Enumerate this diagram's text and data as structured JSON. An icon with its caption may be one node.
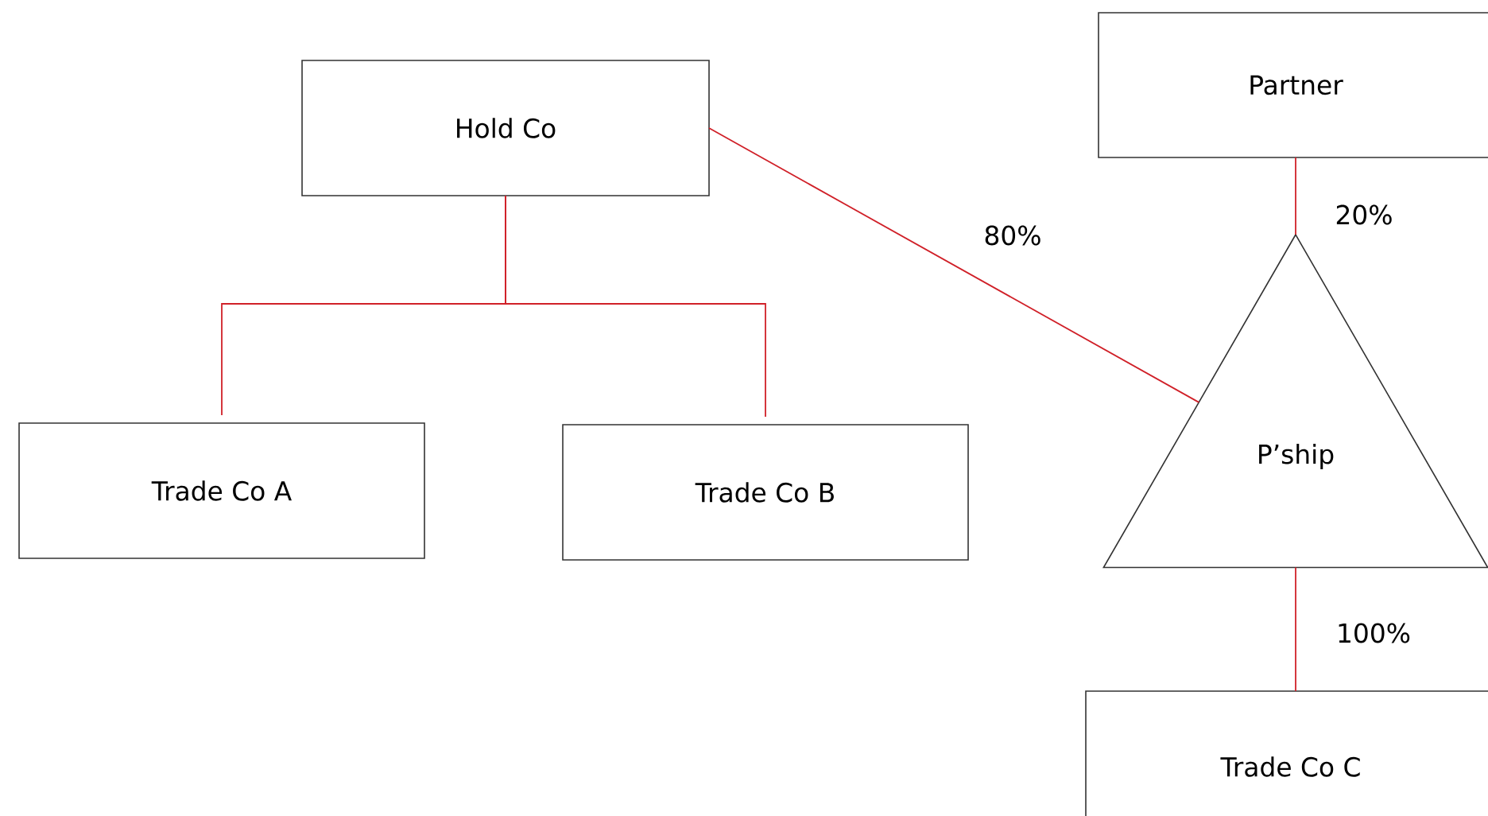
{
  "diagram": {
    "nodes": [
      {
        "text": [
          "Hold Co"
        ]
      },
      {
        "text": [
          "Partner"
        ]
      },
      {
        "text": [
          "Trade Co A"
        ]
      },
      {
        "text": [
          "Trade Co B"
        ]
      },
      {
        "text": [
          "P’ship"
        ]
      },
      {
        "text": [
          "Trade Co C"
        ]
      }
    ],
    "edges": [
      {
        "from": 0,
        "to": 2,
        "arrow": "none"
      },
      {
        "from": 0,
        "to": 3,
        "arrow": "none"
      },
      {
        "from": 0,
        "to": 4,
        "arrow": "none",
        "label": "80%"
      },
      {
        "from": 1,
        "to": 4,
        "arrow": "none",
        "label": "20%"
      },
      {
        "from": 4,
        "to": 5,
        "arrow": "none",
        "label": "100%"
      }
    ]
  }
}
